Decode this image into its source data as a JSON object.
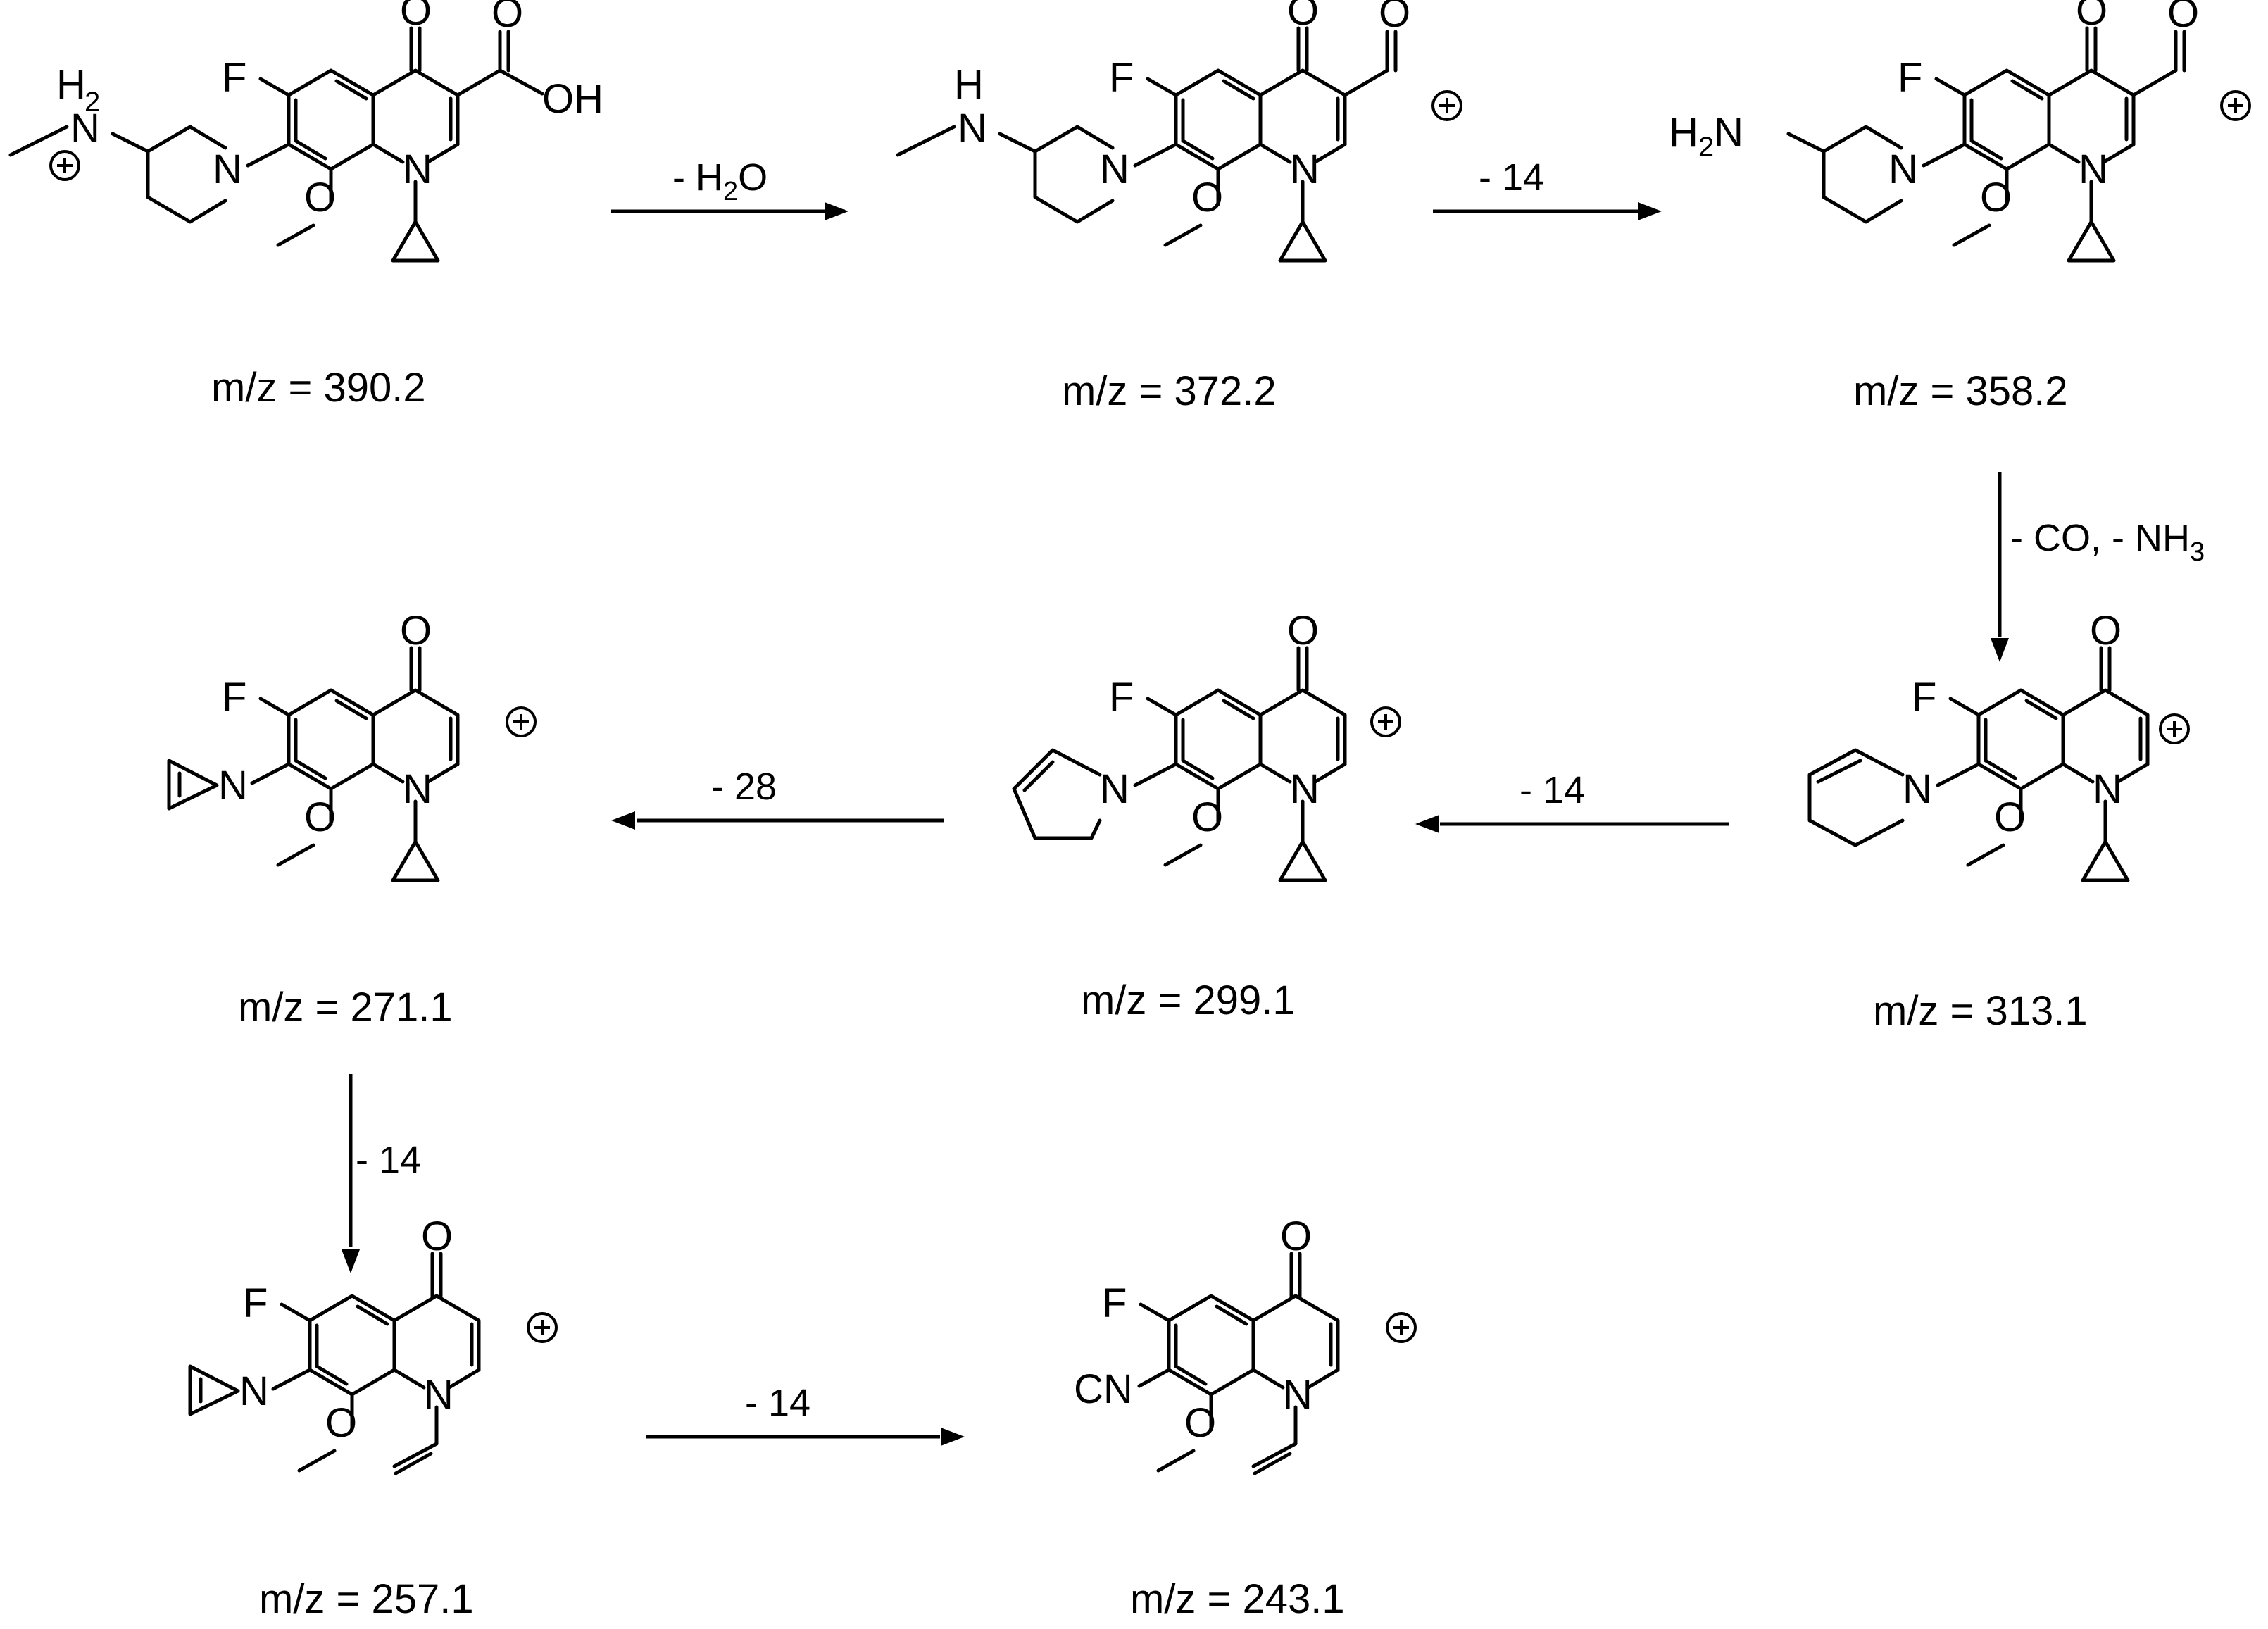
{
  "scheme": {
    "compounds": [
      {
        "id": "c1",
        "mz_label": "m/z = 390.2"
      },
      {
        "id": "c2",
        "mz_label": "m/z = 372.2"
      },
      {
        "id": "c3",
        "mz_label": "m/z = 358.2"
      },
      {
        "id": "c4",
        "mz_label": "m/z = 313.1"
      },
      {
        "id": "c5",
        "mz_label": "m/z = 299.1"
      },
      {
        "id": "c6",
        "mz_label": "m/z = 271.1"
      },
      {
        "id": "c7",
        "mz_label": "m/z = 257.1"
      },
      {
        "id": "c8",
        "mz_label": "m/z = 243.1"
      }
    ],
    "steps": [
      {
        "from": "c1",
        "to": "c2",
        "label": "- H",
        "label_sub": "2",
        "label_tail": "O"
      },
      {
        "from": "c2",
        "to": "c3",
        "label": "- 14"
      },
      {
        "from": "c3",
        "to": "c4",
        "label": "- CO, - NH",
        "label_sub": "3"
      },
      {
        "from": "c4",
        "to": "c5",
        "label": "- 14"
      },
      {
        "from": "c5",
        "to": "c6",
        "label": "- 28"
      },
      {
        "from": "c6",
        "to": "c7",
        "label": "- 14"
      },
      {
        "from": "c7",
        "to": "c8",
        "label": "- 14"
      }
    ],
    "atom_labels": {
      "oxygen": "O",
      "fluorine": "F",
      "nitrogen": "N",
      "hydroxyl": "OH",
      "hydrogen": "H",
      "h2": "H",
      "h2_sub": "2",
      "amine_h2n": "H",
      "amine_h2n_sub": "2",
      "amine_h2n_tail": "N",
      "nitrile": "CN"
    }
  }
}
